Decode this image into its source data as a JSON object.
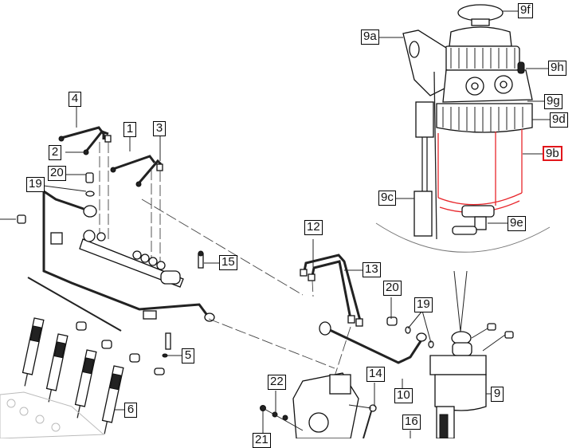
{
  "diagram": {
    "title": "Fuel system exploded parts view",
    "selected_callout": "9b",
    "highlight_color": "#e2161b",
    "callouts": [
      {
        "id": "9f",
        "label": "9f"
      },
      {
        "id": "9a",
        "label": "9a"
      },
      {
        "id": "9h",
        "label": "9h"
      },
      {
        "id": "9g",
        "label": "9g"
      },
      {
        "id": "9d",
        "label": "9d"
      },
      {
        "id": "9b",
        "label": "9b"
      },
      {
        "id": "9c",
        "label": "9c"
      },
      {
        "id": "9e",
        "label": "9e"
      },
      {
        "id": "4",
        "label": "4"
      },
      {
        "id": "1",
        "label": "1"
      },
      {
        "id": "3",
        "label": "3"
      },
      {
        "id": "2",
        "label": "2"
      },
      {
        "id": "20a",
        "label": "20"
      },
      {
        "id": "19a",
        "label": "19"
      },
      {
        "id": "15",
        "label": "15"
      },
      {
        "id": "12",
        "label": "12"
      },
      {
        "id": "13",
        "label": "13"
      },
      {
        "id": "20b",
        "label": "20"
      },
      {
        "id": "19b",
        "label": "19"
      },
      {
        "id": "5",
        "label": "5"
      },
      {
        "id": "14",
        "label": "14"
      },
      {
        "id": "22",
        "label": "22"
      },
      {
        "id": "10",
        "label": "10"
      },
      {
        "id": "9",
        "label": "9"
      },
      {
        "id": "6",
        "label": "6"
      },
      {
        "id": "16",
        "label": "16"
      },
      {
        "id": "21",
        "label": "21"
      }
    ]
  }
}
